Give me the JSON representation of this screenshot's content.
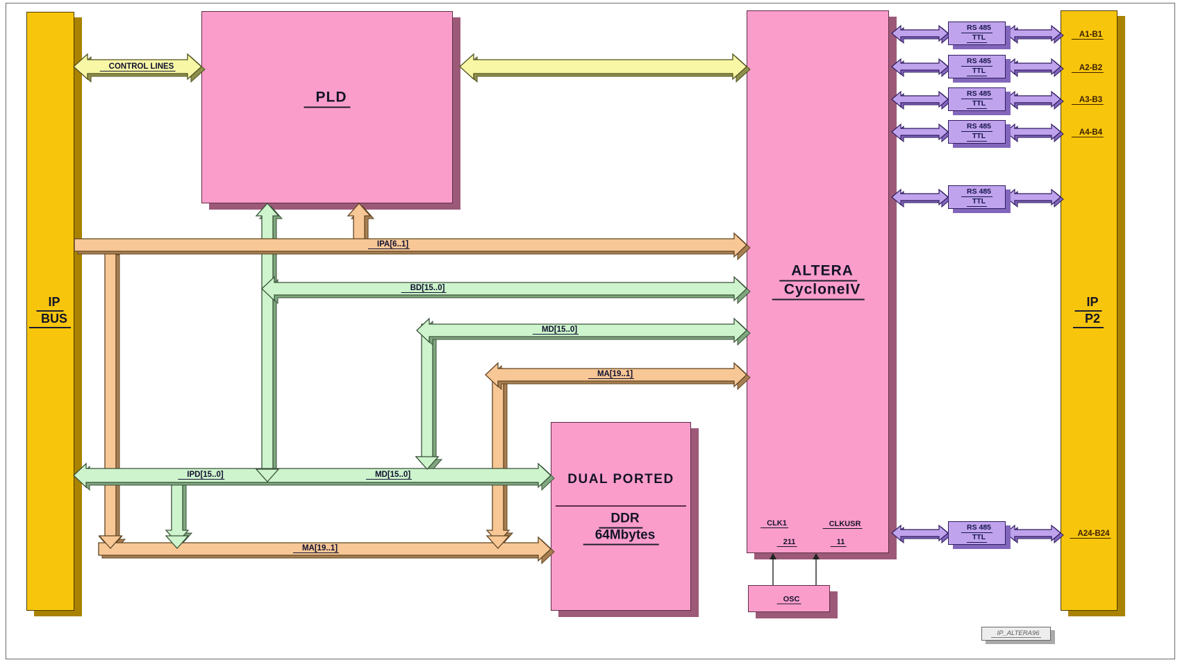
{
  "blocks": {
    "ip_bus": {
      "line1": "IP",
      "line2": "BUS"
    },
    "pld": {
      "label": "PLD"
    },
    "altera": {
      "line1": "ALTERA",
      "line2": "CycloneIV"
    },
    "ddr": {
      "title": "DUAL PORTED",
      "line1": "DDR",
      "line2": "64Mbytes"
    },
    "osc": {
      "label": "OSC"
    },
    "ip_p2": {
      "line1": "IP",
      "line2": "P2"
    }
  },
  "buses": {
    "control_lines": "CONTROL LINES",
    "ipa": "IPA[6..1]",
    "bd": "BD[15..0]",
    "md_upper": "MD[15..0]",
    "ma_upper": "MA[19..1]",
    "ipd": "IPD[15..0]",
    "md_lower": "MD[15..0]",
    "ma_lower": "MA[19..1]"
  },
  "pins": {
    "clk1": "CLK1",
    "clk1_pin": "211",
    "clkusr": "CLKUSR",
    "clkusr_pin": "11"
  },
  "transceiver": {
    "line1": "RS 485",
    "line2": "TTL"
  },
  "ports": [
    "A1-B1",
    "A2-B2",
    "A3-B3",
    "A4-B4",
    "A24-B24"
  ],
  "plate": {
    "label": "IP_ALTERA96"
  },
  "colors": {
    "block_gold": "#F7C50C",
    "block_pink": "#FB9DCB",
    "transceiver_purple": "#C0A3ED",
    "bus_yellow": "#F8F7A6",
    "bus_orange": "#F7C795",
    "bus_green": "#CDF4CC",
    "shadow_maroon": "#9C5A78"
  }
}
